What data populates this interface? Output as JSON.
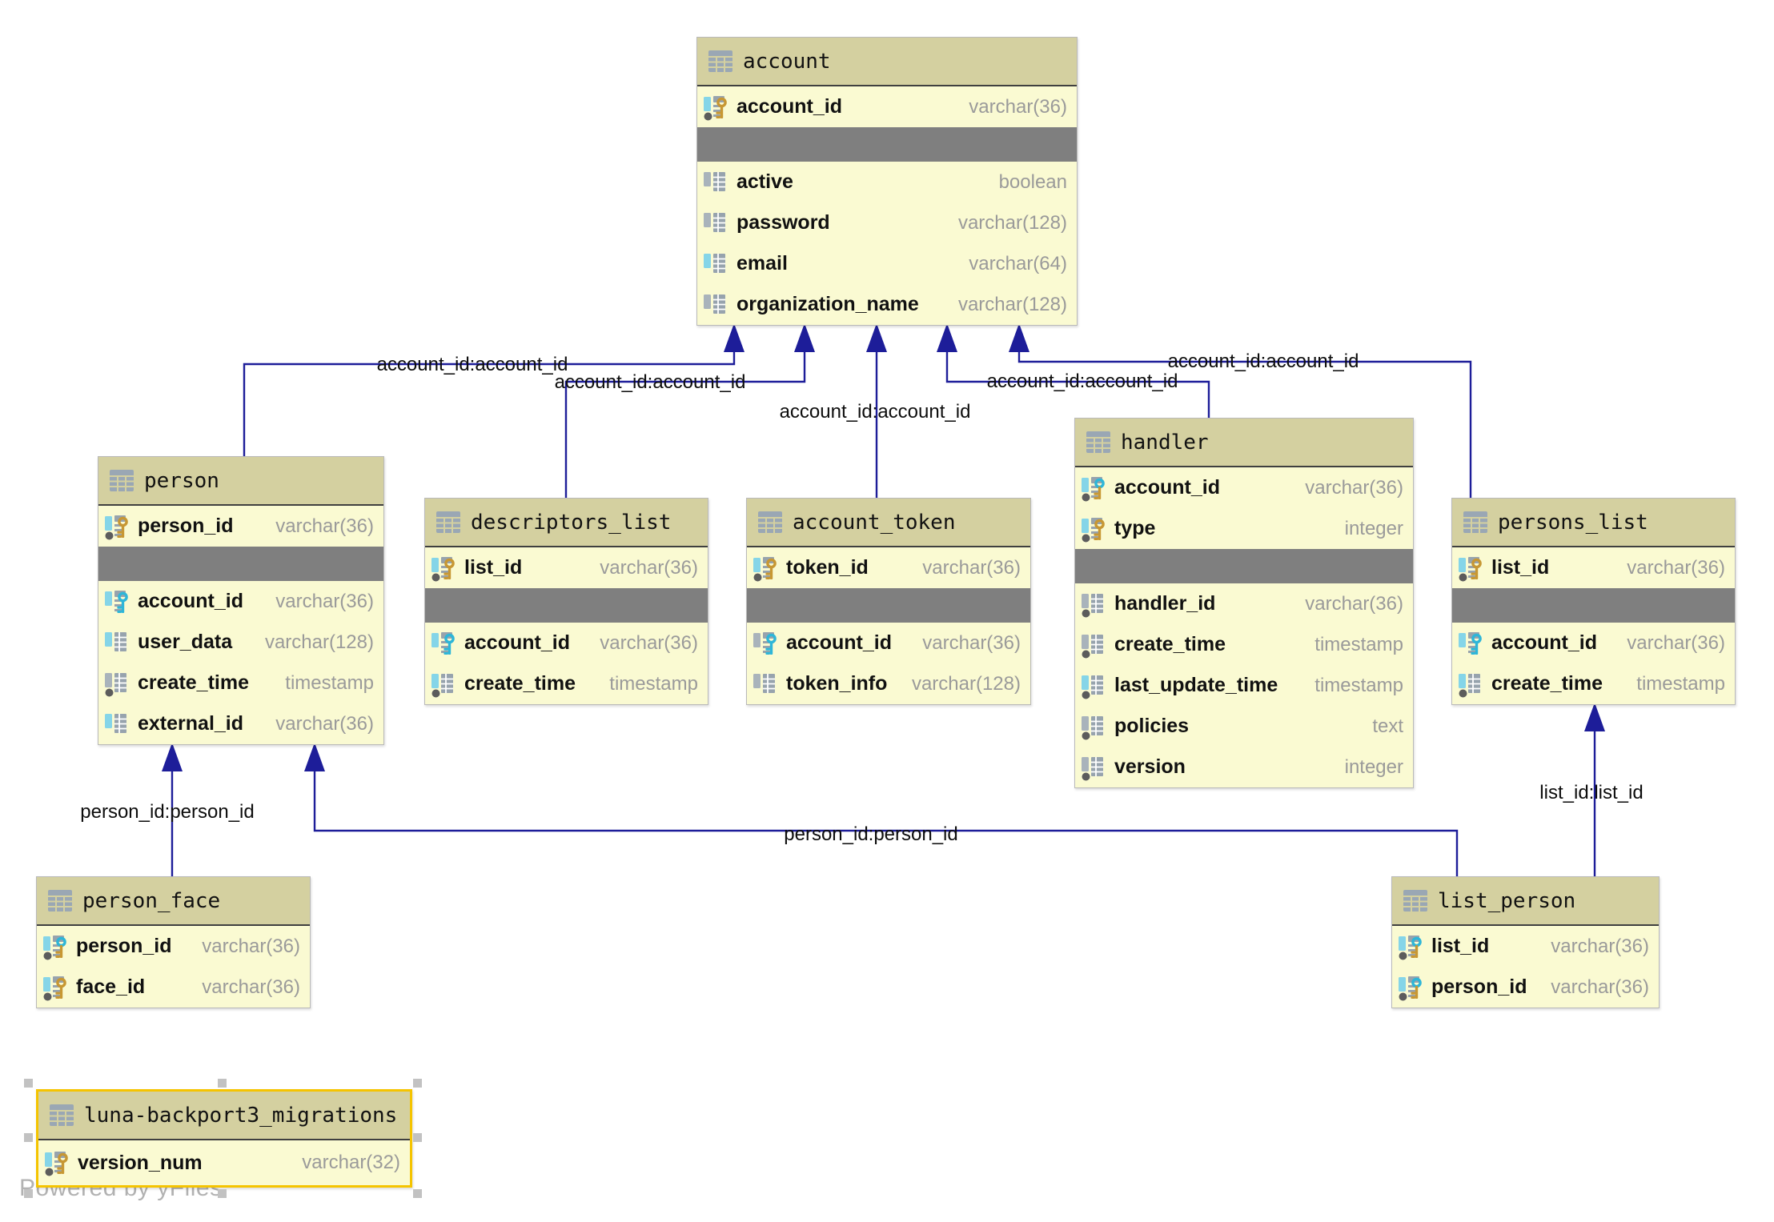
{
  "diagram": {
    "watermark": "Powered by yFiles",
    "colors": {
      "table_header_bg": "#d4d0a0",
      "table_row_bg": "#fafad2",
      "key_separator_gray": "#7f7f7f",
      "connector_navy": "#1d1d99",
      "type_text_gray": "#9a9a9a",
      "selection_yellow": "#f5c400",
      "primary_key_gold": "#c79733",
      "foreign_key_blue": "#2eb6d8"
    }
  },
  "tables": {
    "account": {
      "name": "account",
      "fields": [
        {
          "name": "account_id",
          "type": "varchar(36)"
        },
        {
          "name": "active",
          "type": "boolean"
        },
        {
          "name": "password",
          "type": "varchar(128)"
        },
        {
          "name": "email",
          "type": "varchar(64)"
        },
        {
          "name": "organization_name",
          "type": "varchar(128)"
        }
      ]
    },
    "person": {
      "name": "person",
      "fields": [
        {
          "name": "person_id",
          "type": "varchar(36)"
        },
        {
          "name": "account_id",
          "type": "varchar(36)"
        },
        {
          "name": "user_data",
          "type": "varchar(128)"
        },
        {
          "name": "create_time",
          "type": "timestamp"
        },
        {
          "name": "external_id",
          "type": "varchar(36)"
        }
      ]
    },
    "descriptors_list": {
      "name": "descriptors_list",
      "fields": [
        {
          "name": "list_id",
          "type": "varchar(36)"
        },
        {
          "name": "account_id",
          "type": "varchar(36)"
        },
        {
          "name": "create_time",
          "type": "timestamp"
        }
      ]
    },
    "account_token": {
      "name": "account_token",
      "fields": [
        {
          "name": "token_id",
          "type": "varchar(36)"
        },
        {
          "name": "account_id",
          "type": "varchar(36)"
        },
        {
          "name": "token_info",
          "type": "varchar(128)"
        }
      ]
    },
    "handler": {
      "name": "handler",
      "fields": [
        {
          "name": "account_id",
          "type": "varchar(36)"
        },
        {
          "name": "type",
          "type": "integer"
        },
        {
          "name": "handler_id",
          "type": "varchar(36)"
        },
        {
          "name": "create_time",
          "type": "timestamp"
        },
        {
          "name": "last_update_time",
          "type": "timestamp"
        },
        {
          "name": "policies",
          "type": "text"
        },
        {
          "name": "version",
          "type": "integer"
        }
      ]
    },
    "persons_list": {
      "name": "persons_list",
      "fields": [
        {
          "name": "list_id",
          "type": "varchar(36)"
        },
        {
          "name": "account_id",
          "type": "varchar(36)"
        },
        {
          "name": "create_time",
          "type": "timestamp"
        }
      ]
    },
    "person_face": {
      "name": "person_face",
      "fields": [
        {
          "name": "person_id",
          "type": "varchar(36)"
        },
        {
          "name": "face_id",
          "type": "varchar(36)"
        }
      ]
    },
    "list_person": {
      "name": "list_person",
      "fields": [
        {
          "name": "list_id",
          "type": "varchar(36)"
        },
        {
          "name": "person_id",
          "type": "varchar(36)"
        }
      ]
    },
    "luna_migrations": {
      "name": "luna-backport3_migrations",
      "fields": [
        {
          "name": "version_num",
          "type": "varchar(32)"
        }
      ]
    }
  },
  "relationships": [
    {
      "from": "person",
      "to": "account",
      "label": "account_id:account_id"
    },
    {
      "from": "descriptors_list",
      "to": "account",
      "label": "account_id:account_id"
    },
    {
      "from": "account_token",
      "to": "account",
      "label": "account_id:account_id"
    },
    {
      "from": "handler",
      "to": "account",
      "label": "account_id:account_id"
    },
    {
      "from": "persons_list",
      "to": "account",
      "label": "account_id:account_id"
    },
    {
      "from": "person_face",
      "to": "person",
      "label": "person_id:person_id"
    },
    {
      "from": "list_person",
      "to": "person",
      "label": "person_id:person_id"
    },
    {
      "from": "list_person",
      "to": "persons_list",
      "label": "list_id:list_id"
    }
  ]
}
